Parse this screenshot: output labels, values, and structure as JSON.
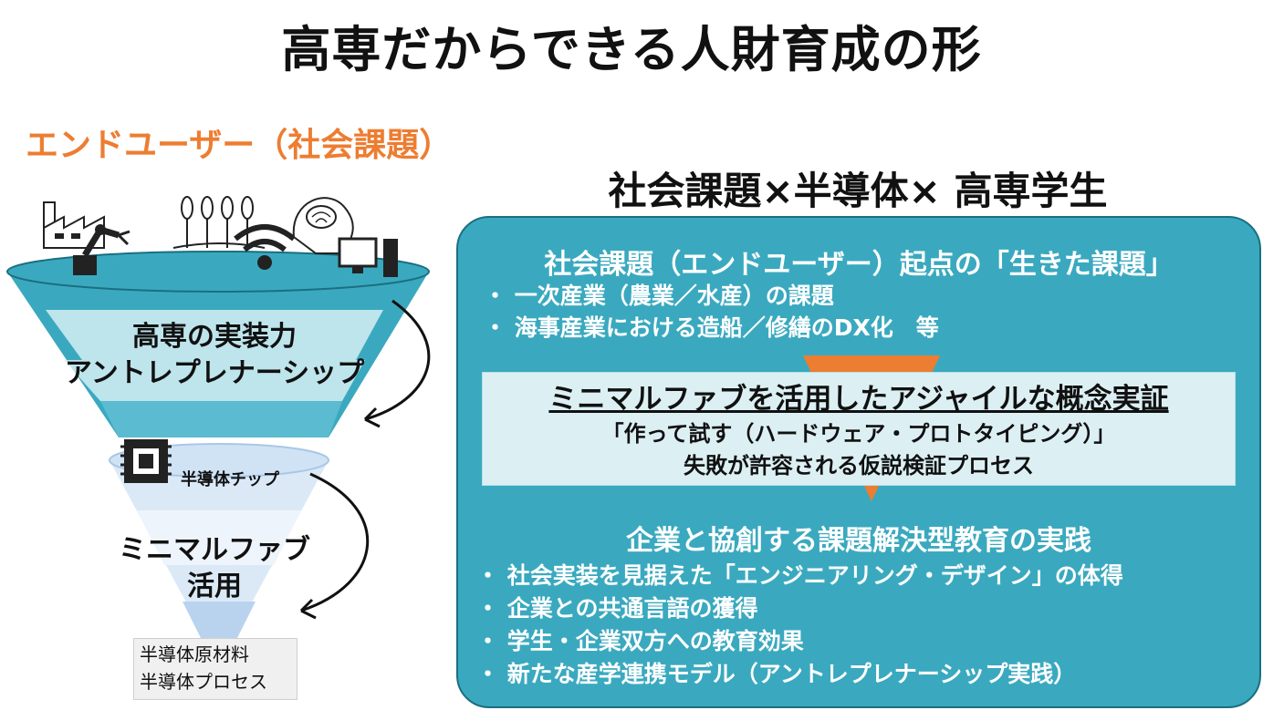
{
  "title": "高専だからできる人財育成の形",
  "end_user_label": "エンドユーザー（社会課題）",
  "subtitle": "社会課題×半導体× 高専学生",
  "funnel": {
    "layer1_line1": "高専の実装力",
    "layer1_line2": "アントレプレナーシップ",
    "chip_label": "半導体チップ",
    "layer2_line1": "ミニマルファブ",
    "layer2_line2": "活用",
    "raw_line1": "半導体原材料",
    "raw_line2": "半導体プロセス"
  },
  "panel": {
    "section1_title": "社会課題（エンドユーザー）起点の「生きた課題」",
    "section1_bullets": [
      "・ 一次産業（農業／水産）の課題",
      "・ 海事産業における造船／修繕のDX化　等"
    ],
    "agile_heading": "ミニマルファブを活用したアジャイルな概念実証",
    "agile_line1": "「作って試す（ハードウェア・プロトタイピング）」",
    "agile_line2": "失敗が許容される仮説検証プロセス",
    "section2_title": "企業と協創する課題解決型教育の実践",
    "section2_bullets": [
      "・ 社会実装を見据えた「エンジニアリング・デザイン」の体得",
      "・ 企業との共通言語の獲得",
      "・ 学生・企業双方への教育効果",
      "・ 新たな産学連携モデル（アントレプレナーシップ実践）"
    ]
  },
  "colors": {
    "accent_orange": "#ed7d31",
    "panel_teal": "#3aa9bf",
    "funnel_teal": "#3aa9bf",
    "funnel_light": "#d6eef3",
    "funnel_blue_light": "#dbe9f7"
  },
  "icons": [
    "factory-icon",
    "robot-arm-icon",
    "wheat-icon",
    "wifi-icon",
    "brain-head-icon",
    "computer-icon",
    "chip-icon"
  ]
}
